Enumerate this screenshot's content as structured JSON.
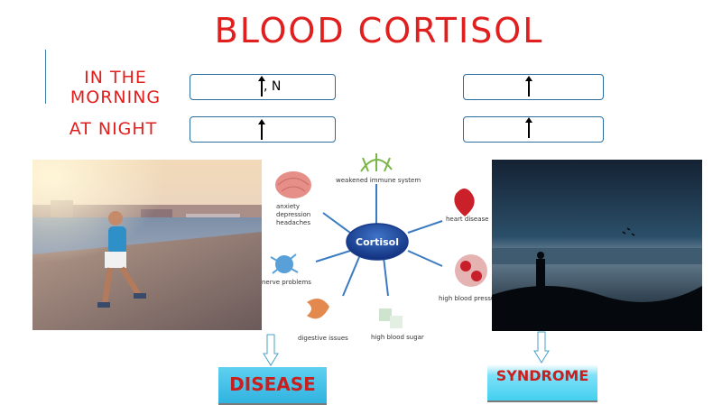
{
  "title": "BLOOD CORTISOL",
  "rows": {
    "morning_label": "IN THE\nMORNING",
    "night_label": "AT NIGHT",
    "morning_left_text": ", N"
  },
  "diagram": {
    "center_label": "Cortisol",
    "labels": {
      "immune": "weakened immune system",
      "brain": "anxiety\ndepression\nheadaches",
      "heart": "heart disease",
      "nerve": "nerve problems",
      "bp": "high blood pressure",
      "digestive": "digestive issues",
      "sugar": "high blood sugar"
    }
  },
  "outcomes": {
    "left": "DISEASE",
    "right": "SYNDROME"
  },
  "colors": {
    "title_red": "#e0201f",
    "box_border": "#2c6f9e",
    "banner_cyan": "#49c6ea"
  }
}
